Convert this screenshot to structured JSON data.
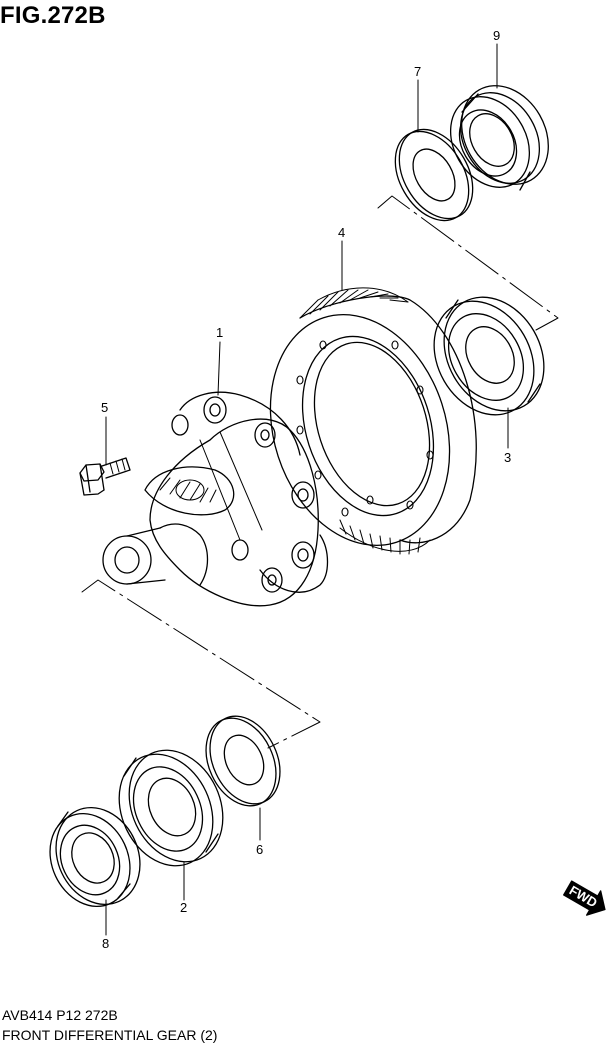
{
  "figure": {
    "title": "FIG.272B",
    "code": "AVB414 P12 272B",
    "name": "FRONT DIFFERENTIAL GEAR (2)"
  },
  "callouts": [
    "1",
    "2",
    "3",
    "4",
    "5",
    "6",
    "7",
    "8",
    "9"
  ],
  "direction_badge": "FWD"
}
